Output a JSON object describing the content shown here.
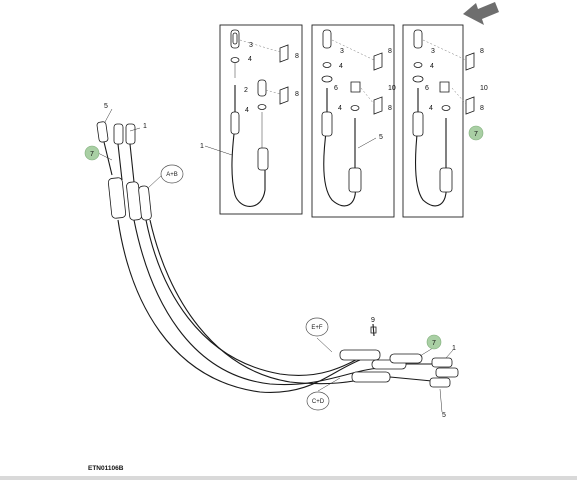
{
  "figure_id": "ETN01106B",
  "labels": {
    "n1": "1",
    "n2": "2",
    "n3": "3",
    "n4": "4",
    "n5": "5",
    "n6": "6",
    "n7": "7",
    "n8": "8",
    "n9": "9",
    "n10": "10"
  },
  "callouts": {
    "ab": "A+B",
    "ef": "E+F",
    "cd": "C+D"
  },
  "colors": {
    "highlight_bubble": "#a9cfa4",
    "arrow": "#6e6e6e"
  }
}
